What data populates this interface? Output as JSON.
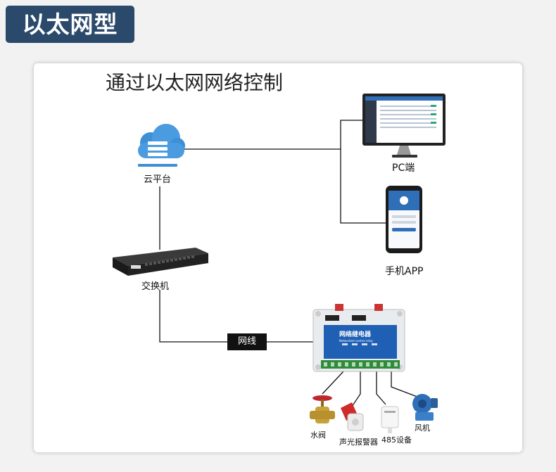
{
  "header": {
    "title": "以太网型"
  },
  "diagram": {
    "heading": "通过以太网网络控制",
    "nodes": {
      "cloud": "云平台",
      "pc": "PC端",
      "phone": "手机APP",
      "switch": "交换机",
      "relay": "网络继电器",
      "relay_sub": "Networked control relay",
      "valve": "水阀",
      "alarm": "声光报警器",
      "device485": "485设备",
      "fan": "风机"
    },
    "cable_label": "网线"
  },
  "colors": {
    "badge": "#2b4a6b",
    "cloud": "#3d8fd6",
    "relay_panel": "#1f5fb4"
  },
  "icons": [
    "cloud-icon",
    "pc-monitor-icon",
    "phone-icon",
    "switch-icon",
    "relay-icon",
    "valve-icon",
    "alarm-icon",
    "sensor-icon",
    "fan-icon"
  ]
}
